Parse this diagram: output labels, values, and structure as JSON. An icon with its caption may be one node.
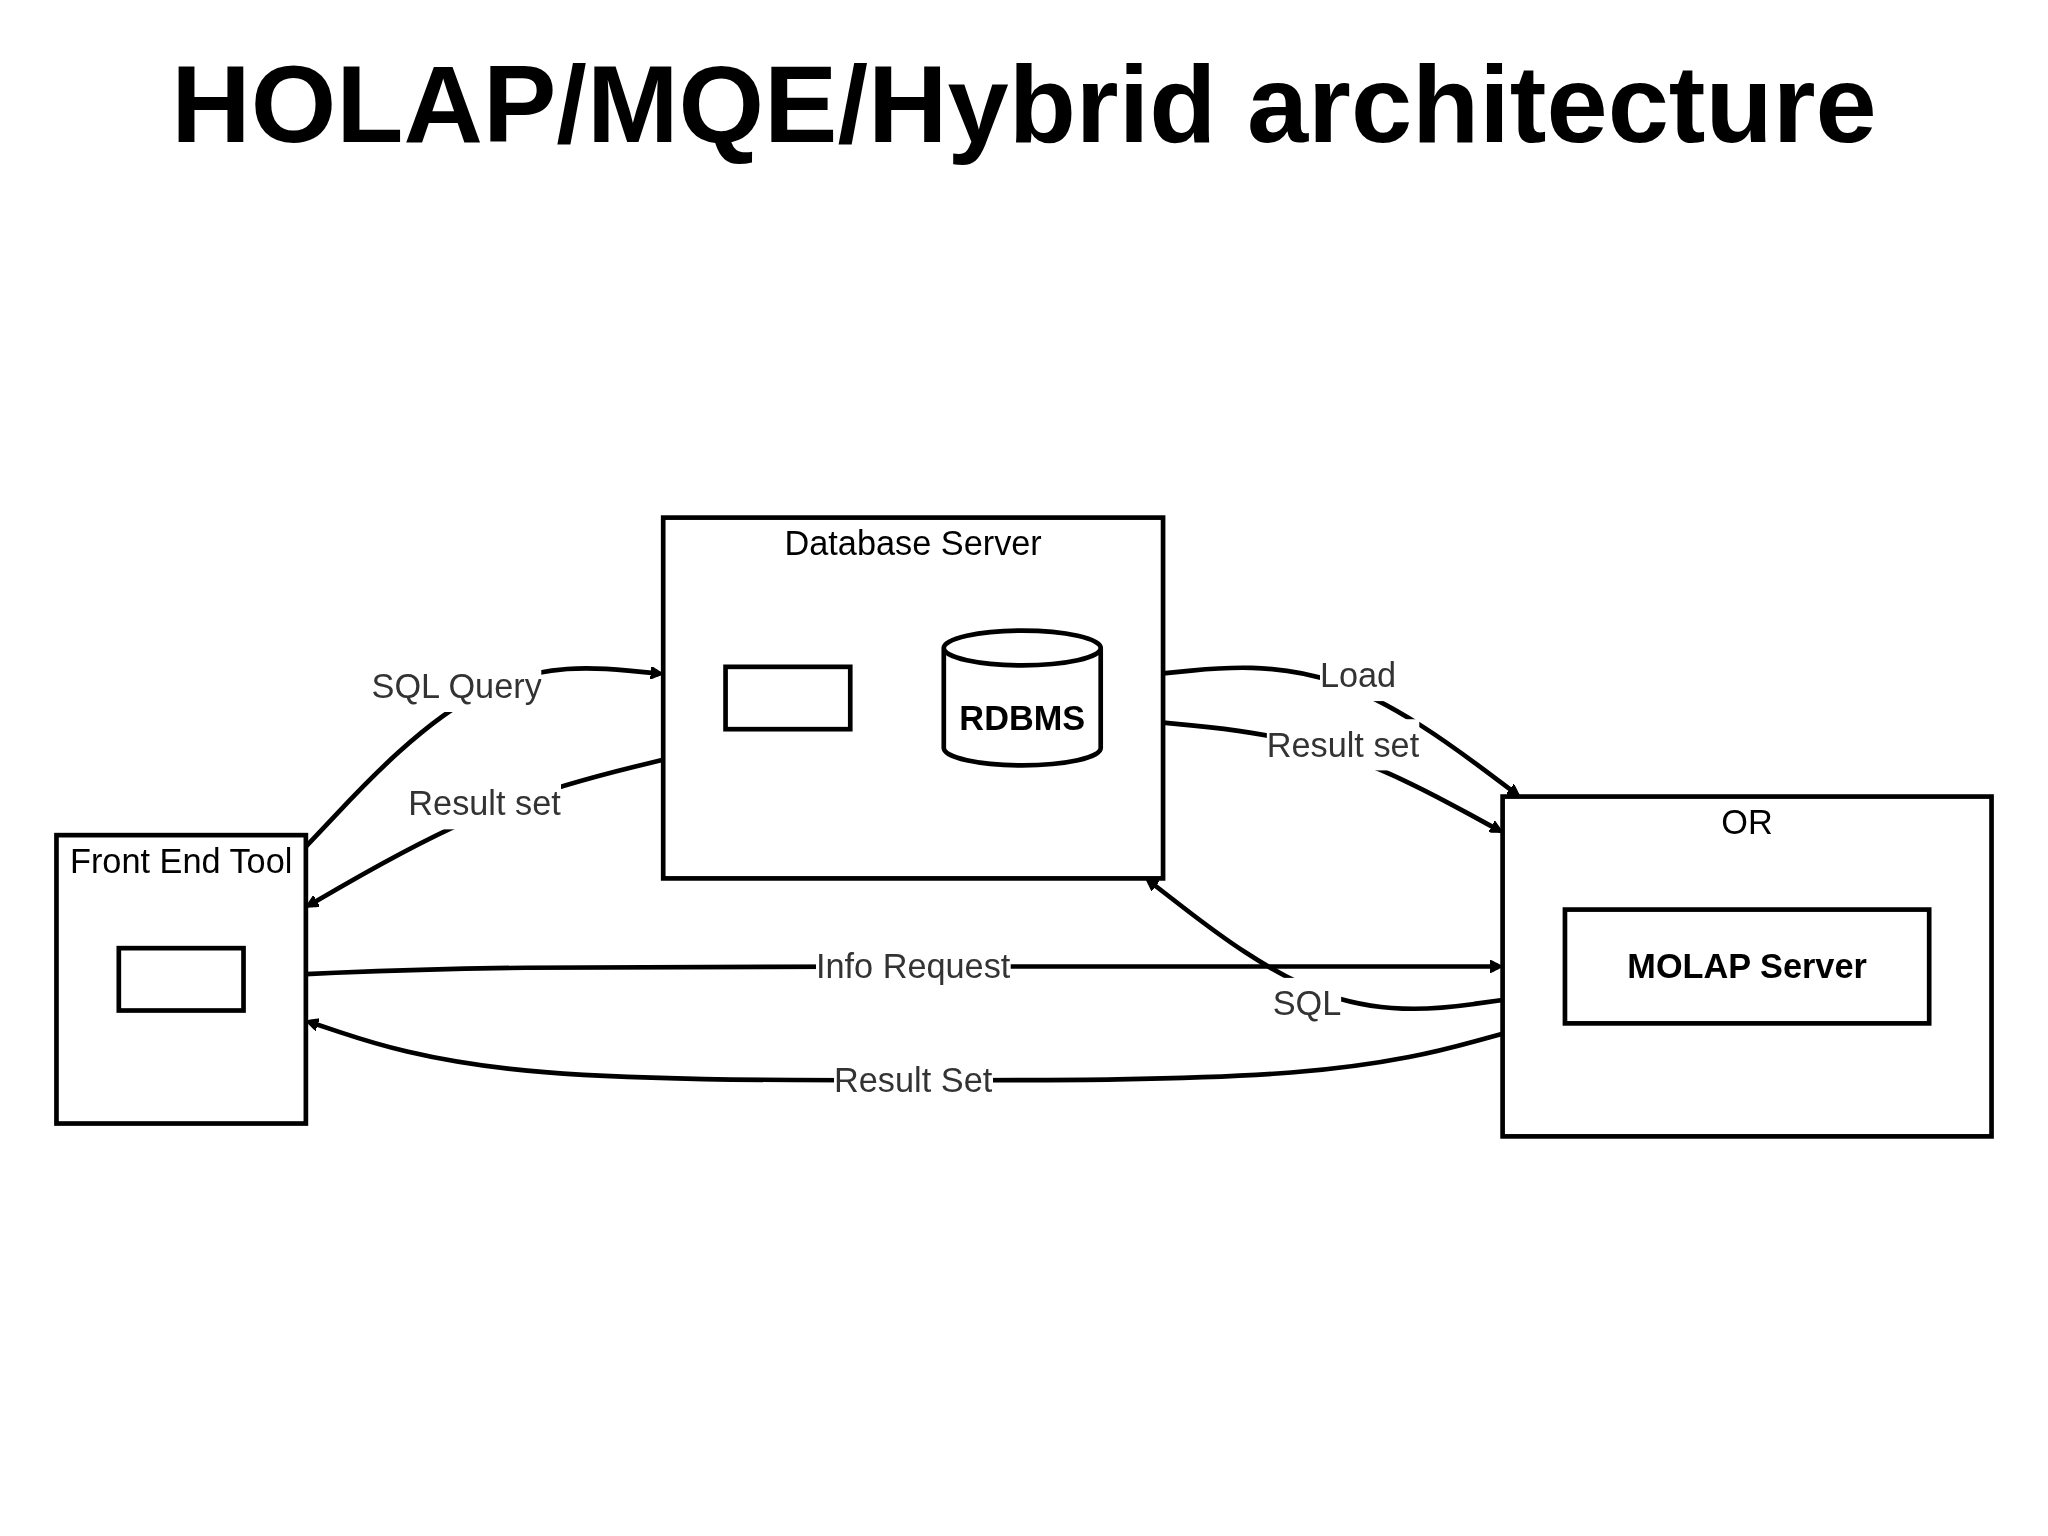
{
  "diagram": {
    "title": "HOLAP/MQE/Hybrid architecture",
    "nodes": [
      {
        "text": [
          "Database Server"
        ]
      },
      {
        "text": [],
        "shape": "box",
        "in": 0
      },
      {
        "text": [
          "RDBMS"
        ],
        "in": 0
      },
      {
        "text": [
          "OR"
        ]
      },
      {
        "text": [
          "MOLAP Server"
        ],
        "in": 3
      },
      {
        "text": [
          "Front End Tool"
        ]
      },
      {
        "text": [],
        "shape": "box",
        "in": 5
      }
    ],
    "edges": [
      {
        "from": 5,
        "to": 0,
        "arrow": "to",
        "label": "SQL Query"
      },
      {
        "from": 0,
        "to": 5,
        "arrow": "to",
        "label": "Result set"
      },
      {
        "from": 0,
        "to": 3,
        "arrow": "to",
        "label": "Load"
      },
      {
        "from": 3,
        "to": 0,
        "arrow": "to",
        "label": "SQL"
      },
      {
        "from": 0,
        "to": 3,
        "arrow": "to",
        "label": "Result set"
      },
      {
        "from": 5,
        "to": 3,
        "arrow": "to",
        "label": "Info Request"
      },
      {
        "from": 3,
        "to": 5,
        "arrow": "to",
        "label": "Result Set"
      }
    ]
  }
}
